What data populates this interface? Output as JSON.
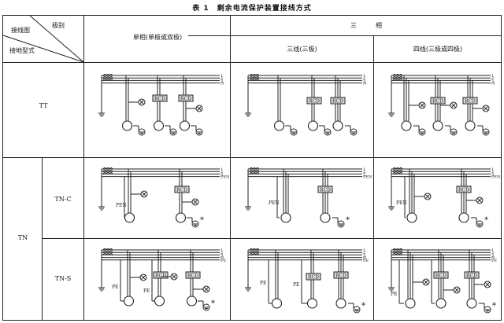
{
  "table": {
    "title": "表 1　剩余电流保护装置接线方式",
    "header": {
      "corner_top_right": "极别",
      "corner_mid_left": "接线图",
      "corner_bottom_left": "接地型式",
      "single_phase": "单相(单极或双极)",
      "three_phase": "三　　　相",
      "three_wire": "三线(三极)",
      "four_wire": "四线(三极或四极)"
    },
    "rows": [
      {
        "system": "TT",
        "subsystem": ""
      },
      {
        "system": "TN",
        "subsystem": "TN-C"
      },
      {
        "system": "TN",
        "subsystem": "TN-S"
      }
    ],
    "diagram_labels": {
      "rcd": "RCD",
      "pen": "PEN",
      "pe": "PE",
      "n": "N",
      "l1": "1",
      "l2": "2",
      "l3": "3",
      "note_mark": "*"
    }
  }
}
